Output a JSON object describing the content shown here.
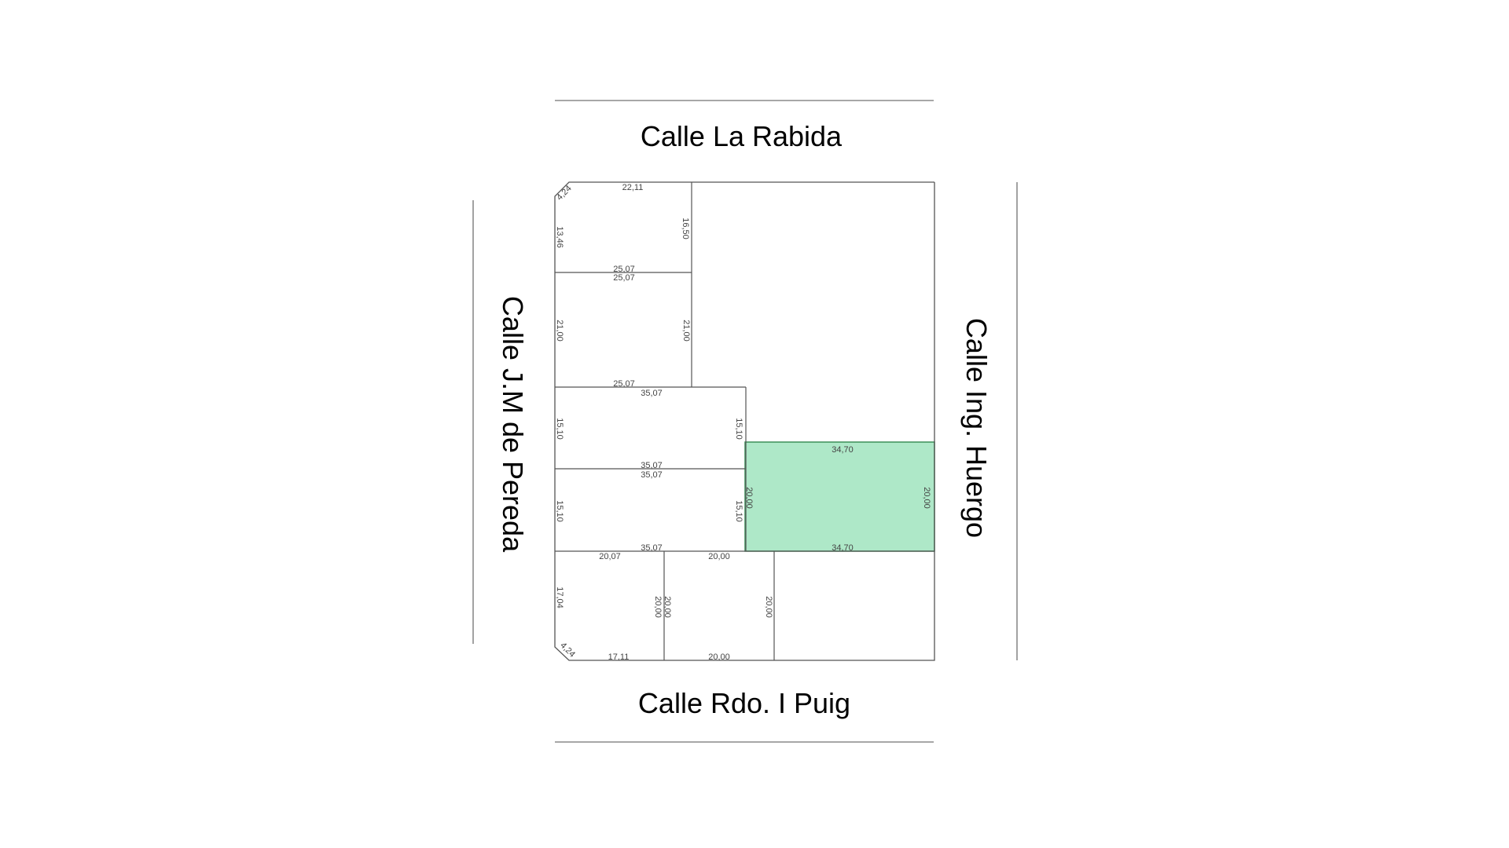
{
  "streets": {
    "top": "Calle La Rabida",
    "bottom": "Calle Rdo. I Puig",
    "left": "Calle J.M de Pereda",
    "right": "Calle Ing. Huergo"
  },
  "colors": {
    "highlight_fill": "#aee8c8",
    "highlight_stroke": "#3b8f58",
    "lines": "#555555",
    "street_lines": "#8a8a8a"
  },
  "dimensions": {
    "lot1": {
      "corner": "4,24",
      "top": "22,11",
      "left": "13,46",
      "right": "16,50",
      "bottom": "25,07"
    },
    "lot2": {
      "top": "25,07",
      "left": "21,00",
      "right": "21,00",
      "bottom": "25,07"
    },
    "lot3": {
      "top": "35,07",
      "left": "15,10",
      "right": "15,10",
      "bottom": "35,07"
    },
    "lot4": {
      "top": "35,07",
      "left": "15,10",
      "right": "15,10",
      "bottom": "35,07"
    },
    "lot5": {
      "top": "20,07",
      "left": "17,04",
      "right": "20,00",
      "corner": "4,24",
      "bottom": "17,11"
    },
    "lot6": {
      "top": "20,00",
      "left": "20,00",
      "right": "20,00",
      "bottom": "20,00"
    },
    "highlighted": {
      "top": "34,70",
      "bottom": "34,70",
      "left": "20,00",
      "right": "20,00"
    }
  }
}
